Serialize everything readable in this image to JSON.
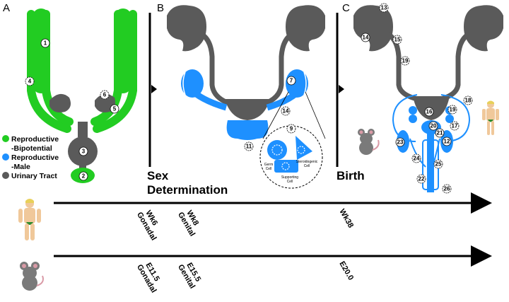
{
  "panels": [
    "A",
    "B",
    "C"
  ],
  "legend": [
    {
      "label_line1": "Reproductive",
      "label_line2": "-Bipotential",
      "color": "#22cc22"
    },
    {
      "label_line1": "Reproductive",
      "label_line2": "-Male",
      "color": "#1e90ff"
    },
    {
      "label_line1": "Urinary Tract",
      "label_line2": "",
      "color": "#5a5a5a"
    }
  ],
  "stage_labels": {
    "sex_line1": "Sex",
    "sex_line2": "Determination",
    "birth": "Birth"
  },
  "inset_labels": {
    "germ_line1": "Germ",
    "germ_line2": "Cell",
    "steroid_line1": "Steroidogenic",
    "steroid_line2": "Cell",
    "support_line1": "Supporting",
    "support_line2": "Cell"
  },
  "human_timeline": [
    {
      "line1": "Wk6",
      "line2": "Gonadal"
    },
    {
      "line1": "Wk8",
      "line2": "Genital"
    },
    {
      "line1": "Wk38",
      "line2": ""
    }
  ],
  "mouse_timeline": [
    {
      "line1": "E11.5",
      "line2": "Gonadal"
    },
    {
      "line1": "E15.5",
      "line2": "Genital"
    },
    {
      "line1": "E20.0",
      "line2": ""
    }
  ],
  "numbers": [
    "1",
    "2",
    "3",
    "4",
    "5",
    "6",
    "7",
    "9",
    "11",
    "12",
    "13",
    "14",
    "15",
    "16",
    "17",
    "18",
    "19",
    "20",
    "21",
    "22",
    "23",
    "24",
    "25",
    "26"
  ],
  "colors": {
    "green": "#22cc22",
    "blue": "#1e90ff",
    "gray": "#5a5a5a",
    "skin": "#f0c89a",
    "leaf": "#2e8b2e",
    "mouse": "#7a7a7a"
  }
}
